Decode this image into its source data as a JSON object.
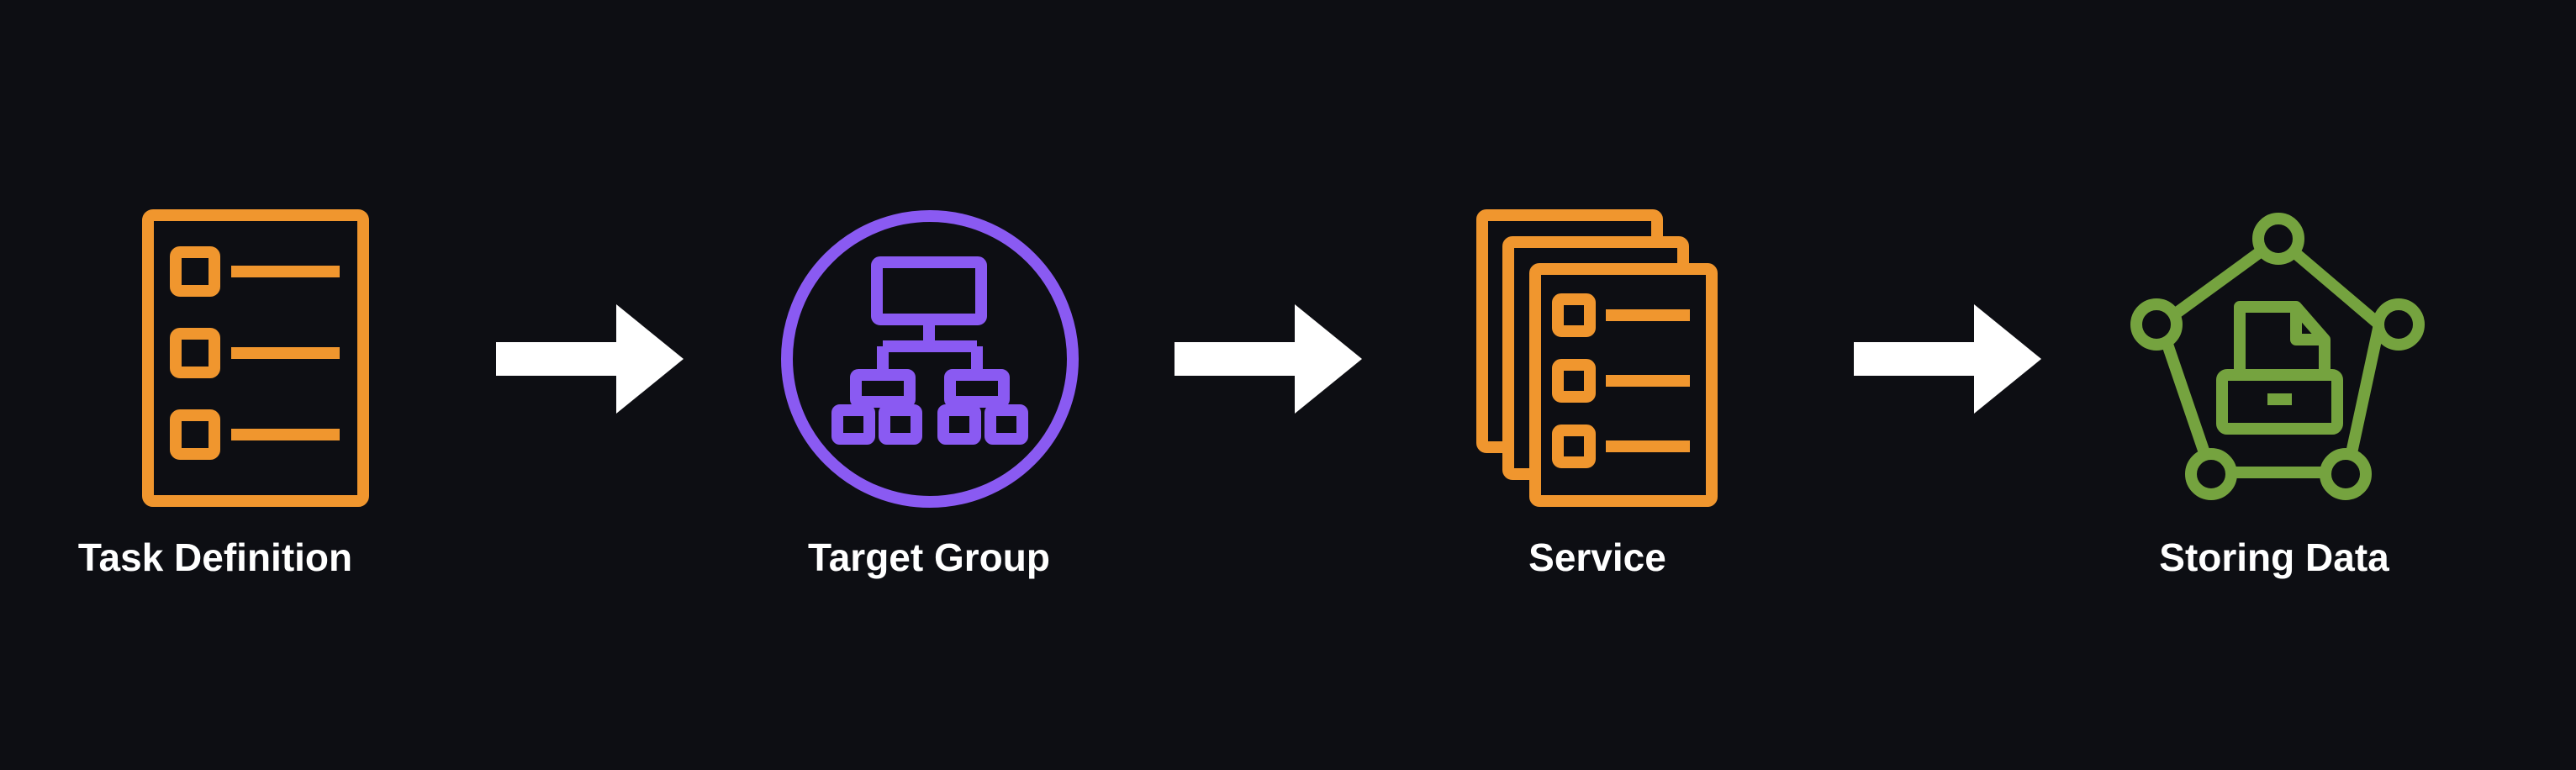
{
  "colors": {
    "background": "#0d0e13",
    "task_definition": "#f0962e",
    "target_group": "#8a5af2",
    "service": "#f0962e",
    "storing_data": "#75a33f",
    "arrow": "#ffffff",
    "label": "#ffffff"
  },
  "flow": {
    "steps": [
      {
        "label": "Task Definition",
        "icon": "task-definition-icon"
      },
      {
        "label": "Target Group",
        "icon": "target-group-icon"
      },
      {
        "label": "Service",
        "icon": "service-icon"
      },
      {
        "label": "Storing Data",
        "icon": "storing-data-icon"
      }
    ],
    "connectors": [
      "right-arrow-icon",
      "right-arrow-icon",
      "right-arrow-icon"
    ]
  }
}
